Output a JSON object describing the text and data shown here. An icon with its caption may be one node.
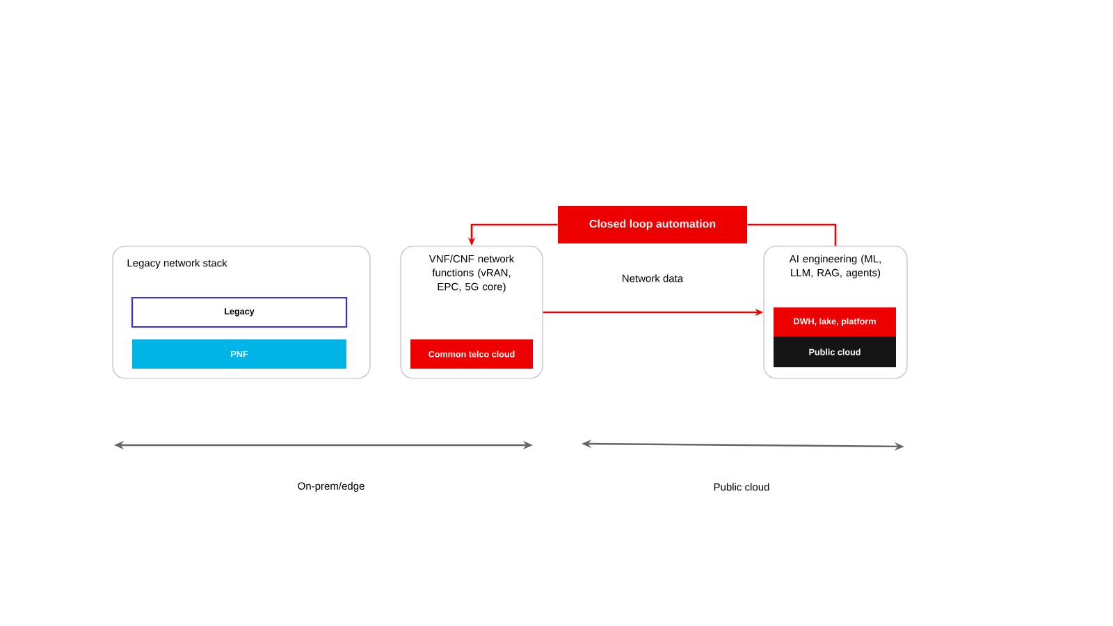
{
  "diagram": {
    "nodes": [
      {
        "text": [
          "Legacy network stack"
        ]
      },
      {
        "text": [
          "Legacy"
        ],
        "in": 0
      },
      {
        "text": [
          "PNF"
        ],
        "in": 0
      },
      {
        "text": [
          "VNF/CNF network functions (vRAN, EPC, 5G core)"
        ]
      },
      {
        "text": [
          "Common telco cloud"
        ],
        "in": 3
      },
      {
        "text": [
          "AI engineering (ML, LLM, RAG, agents)"
        ]
      },
      {
        "text": [
          "DWH, lake, platform"
        ],
        "in": 5
      },
      {
        "text": [
          "Public cloud"
        ],
        "in": 5
      },
      {
        "text": [
          "Closed loop automation"
        ]
      }
    ],
    "edges": [
      {
        "from": 8,
        "to": 3,
        "arrow": "to"
      },
      {
        "from": 3,
        "to": 5,
        "arrow": "to",
        "label": "Network data"
      },
      {
        "from": 5,
        "to": 8,
        "arrow": "none"
      }
    ],
    "labels": [
      "On-prem/edge",
      "Public cloud"
    ]
  }
}
